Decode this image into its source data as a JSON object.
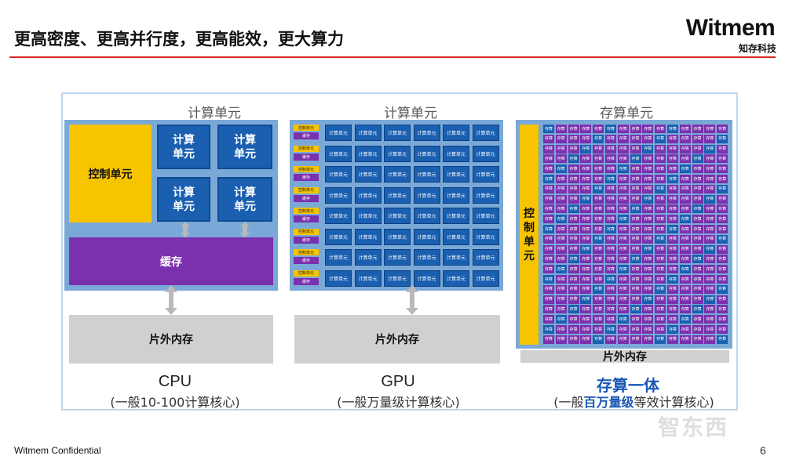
{
  "header": {
    "title": "更高密度、更高并行度，更高能效，更大算力",
    "logo_text": "Witmem",
    "logo_subtitle": "知存科技"
  },
  "cpu": {
    "section_title": "计算单元",
    "control_unit": "控制单元",
    "compute_unit": "计算\n单元",
    "cache": "缓存",
    "memory": "片外内存",
    "name": "CPU",
    "caption": "(一般10-100计算核心)"
  },
  "gpu": {
    "section_title": "计算单元",
    "cell_label": "计算单元",
    "ctrl_label": "控制单元",
    "cache_label": "缓存",
    "memory": "片外内存",
    "name": "GPU",
    "caption": "(一般万量级计算核心)"
  },
  "pim": {
    "section_title": "存算单元",
    "control_unit": "控制单元",
    "cell_label": "存算",
    "memory": "片外内存",
    "name": "存算一体",
    "caption_prefix": "(一般",
    "caption_highlight": "百万量级",
    "caption_suffix": "等效计算核心)"
  },
  "footer": {
    "confidential": "Witmem Confidential",
    "page_number": "6",
    "watermark": "智东西"
  },
  "colors": {
    "accent_red": "#d9251c",
    "compute_blue": "#1a5fb0",
    "control_yellow": "#f7c400",
    "cache_purple": "#7b30ad",
    "memory_gray": "#d0d0d0"
  }
}
